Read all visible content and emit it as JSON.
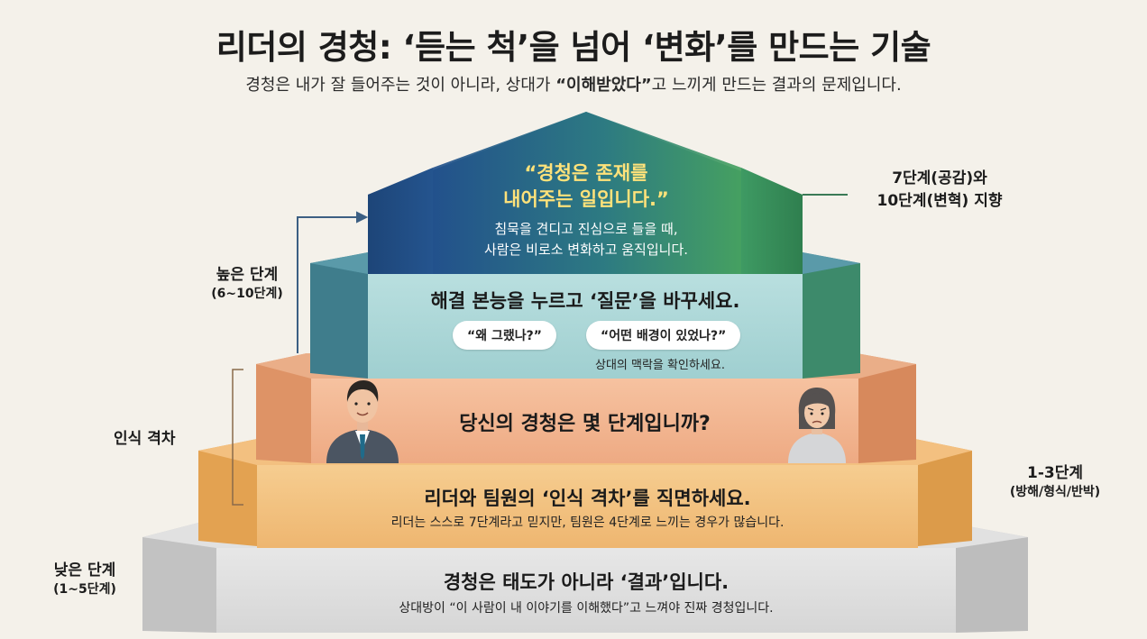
{
  "header": {
    "title": "리더의 경청: ‘듣는 척’을 넘어 ‘변화’를 만드는 기술",
    "subtitle_pre": "경청은 내가 잘 들어주는 것이 아니라, 상대가 ",
    "subtitle_bold": "“이해받았다”",
    "subtitle_post": "고 느끼게 만드는 결과의 문제입니다."
  },
  "steps": {
    "top": {
      "quote_line1": "“경청은 존재를",
      "quote_line2": "내어주는 일입니다.”",
      "sub_line1": "침묵을 견디고 진심으로 들을 때,",
      "sub_line2": "사람은 비로소 변화하고 움직입니다."
    },
    "question": {
      "heading": "해결 본능을 누르고 ‘질문’을 바꾸세요.",
      "bubble1": "“왜 그랬나?”",
      "bubble2": "“어떤 배경이 있었나?”",
      "note": "상대의 맥락을 확인하세요."
    },
    "level": {
      "heading": "당신의 경청은 몇 단계입니까?"
    },
    "gap": {
      "heading": "리더와 팀원의 ‘인식 격차’를 직면하세요.",
      "sub": "리더는 스스로 7단계라고 믿지만, 팀원은 4단계로 느끼는 경우가 많습니다."
    },
    "base": {
      "heading": "경청은 태도가 아니라 ‘결과’입니다.",
      "sub": "상대방이 “이 사람이 내 이야기를 이해했다”고 느껴야 진짜 경청입니다."
    }
  },
  "labels": {
    "high": {
      "title": "높은 단계",
      "range": "(6~10단계)"
    },
    "gap": {
      "title": "인식 격차"
    },
    "low": {
      "title": "낮은 단계",
      "range": "(1~5단계)"
    },
    "target_line1": "7단계(공감)와",
    "target_line2": "10단계(변혁) 지향",
    "low_range_right": "1-3단계",
    "low_types": "(방해/형식/반박)"
  },
  "colors": {
    "top_blue": "#27568f",
    "top_green": "#3f9b63",
    "teal_step": "#a8d5d6",
    "salmon_step": "#f2b48f",
    "orange_step": "#f1be7c",
    "gray_step": "#dcdcdc"
  }
}
